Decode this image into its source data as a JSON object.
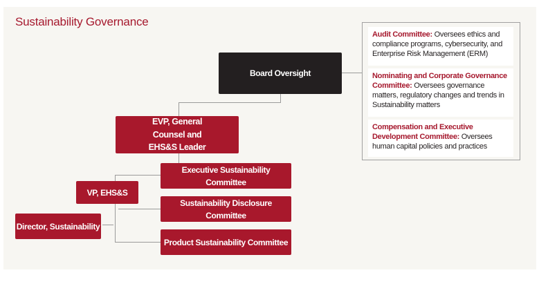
{
  "title": "Sustainability Governance",
  "nodes": {
    "board": "Board Oversight",
    "evp": "EVP, General Counsel and EHS&S Leader",
    "vp": "VP, EHS&S",
    "director": "Director, Sustainability",
    "exec_committee": "Executive Sustainability Committee",
    "disclosure_committee": "Sustainability Disclosure Committee",
    "product_committee": "Product Sustainability Committee"
  },
  "committees": [
    {
      "name": "Audit Committee:",
      "desc": " Oversees ethics and compliance programs, cybersecurity, and Enterprise Risk Management (ERM)"
    },
    {
      "name": "Nominating and Corporate Governance Committee:",
      "desc": " Oversees governance matters, regulatory changes and trends in Sustainability matters"
    },
    {
      "name": "Compensation and Executive Development Committee:",
      "desc": " Oversees human capital policies and practices"
    }
  ],
  "colors": {
    "accent": "#a8182c",
    "board": "#231f20"
  }
}
